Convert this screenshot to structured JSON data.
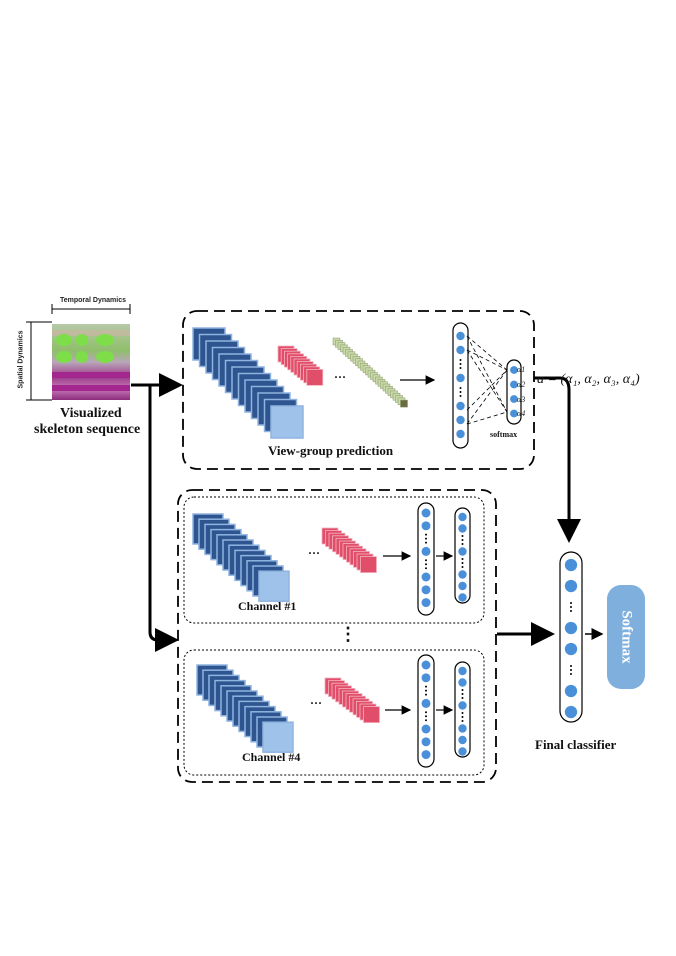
{
  "labels": {
    "temporal": "Temporal Dynamics",
    "spatial": "Spatial Dynamics",
    "vis_line1": "Visualized",
    "vis_line2": "skeleton sequence",
    "view_group": "View-group prediction",
    "softmax_small": "softmax",
    "channel1": "Channel #1",
    "channel4": "Channel #4",
    "final": "Final classifier",
    "softmax_box": "Softmax",
    "equation": "a = (α₁, α₂, α₃, α₄)",
    "dots": "···",
    "vdots": "⋮"
  },
  "alphas": [
    "α1",
    "α2",
    "α3",
    "α4"
  ],
  "colors": {
    "blue_feature": "#2d4f8f",
    "red_feature": "#d9324e",
    "node": "#4a90d9",
    "softmax_box": "#7fb0dd"
  }
}
